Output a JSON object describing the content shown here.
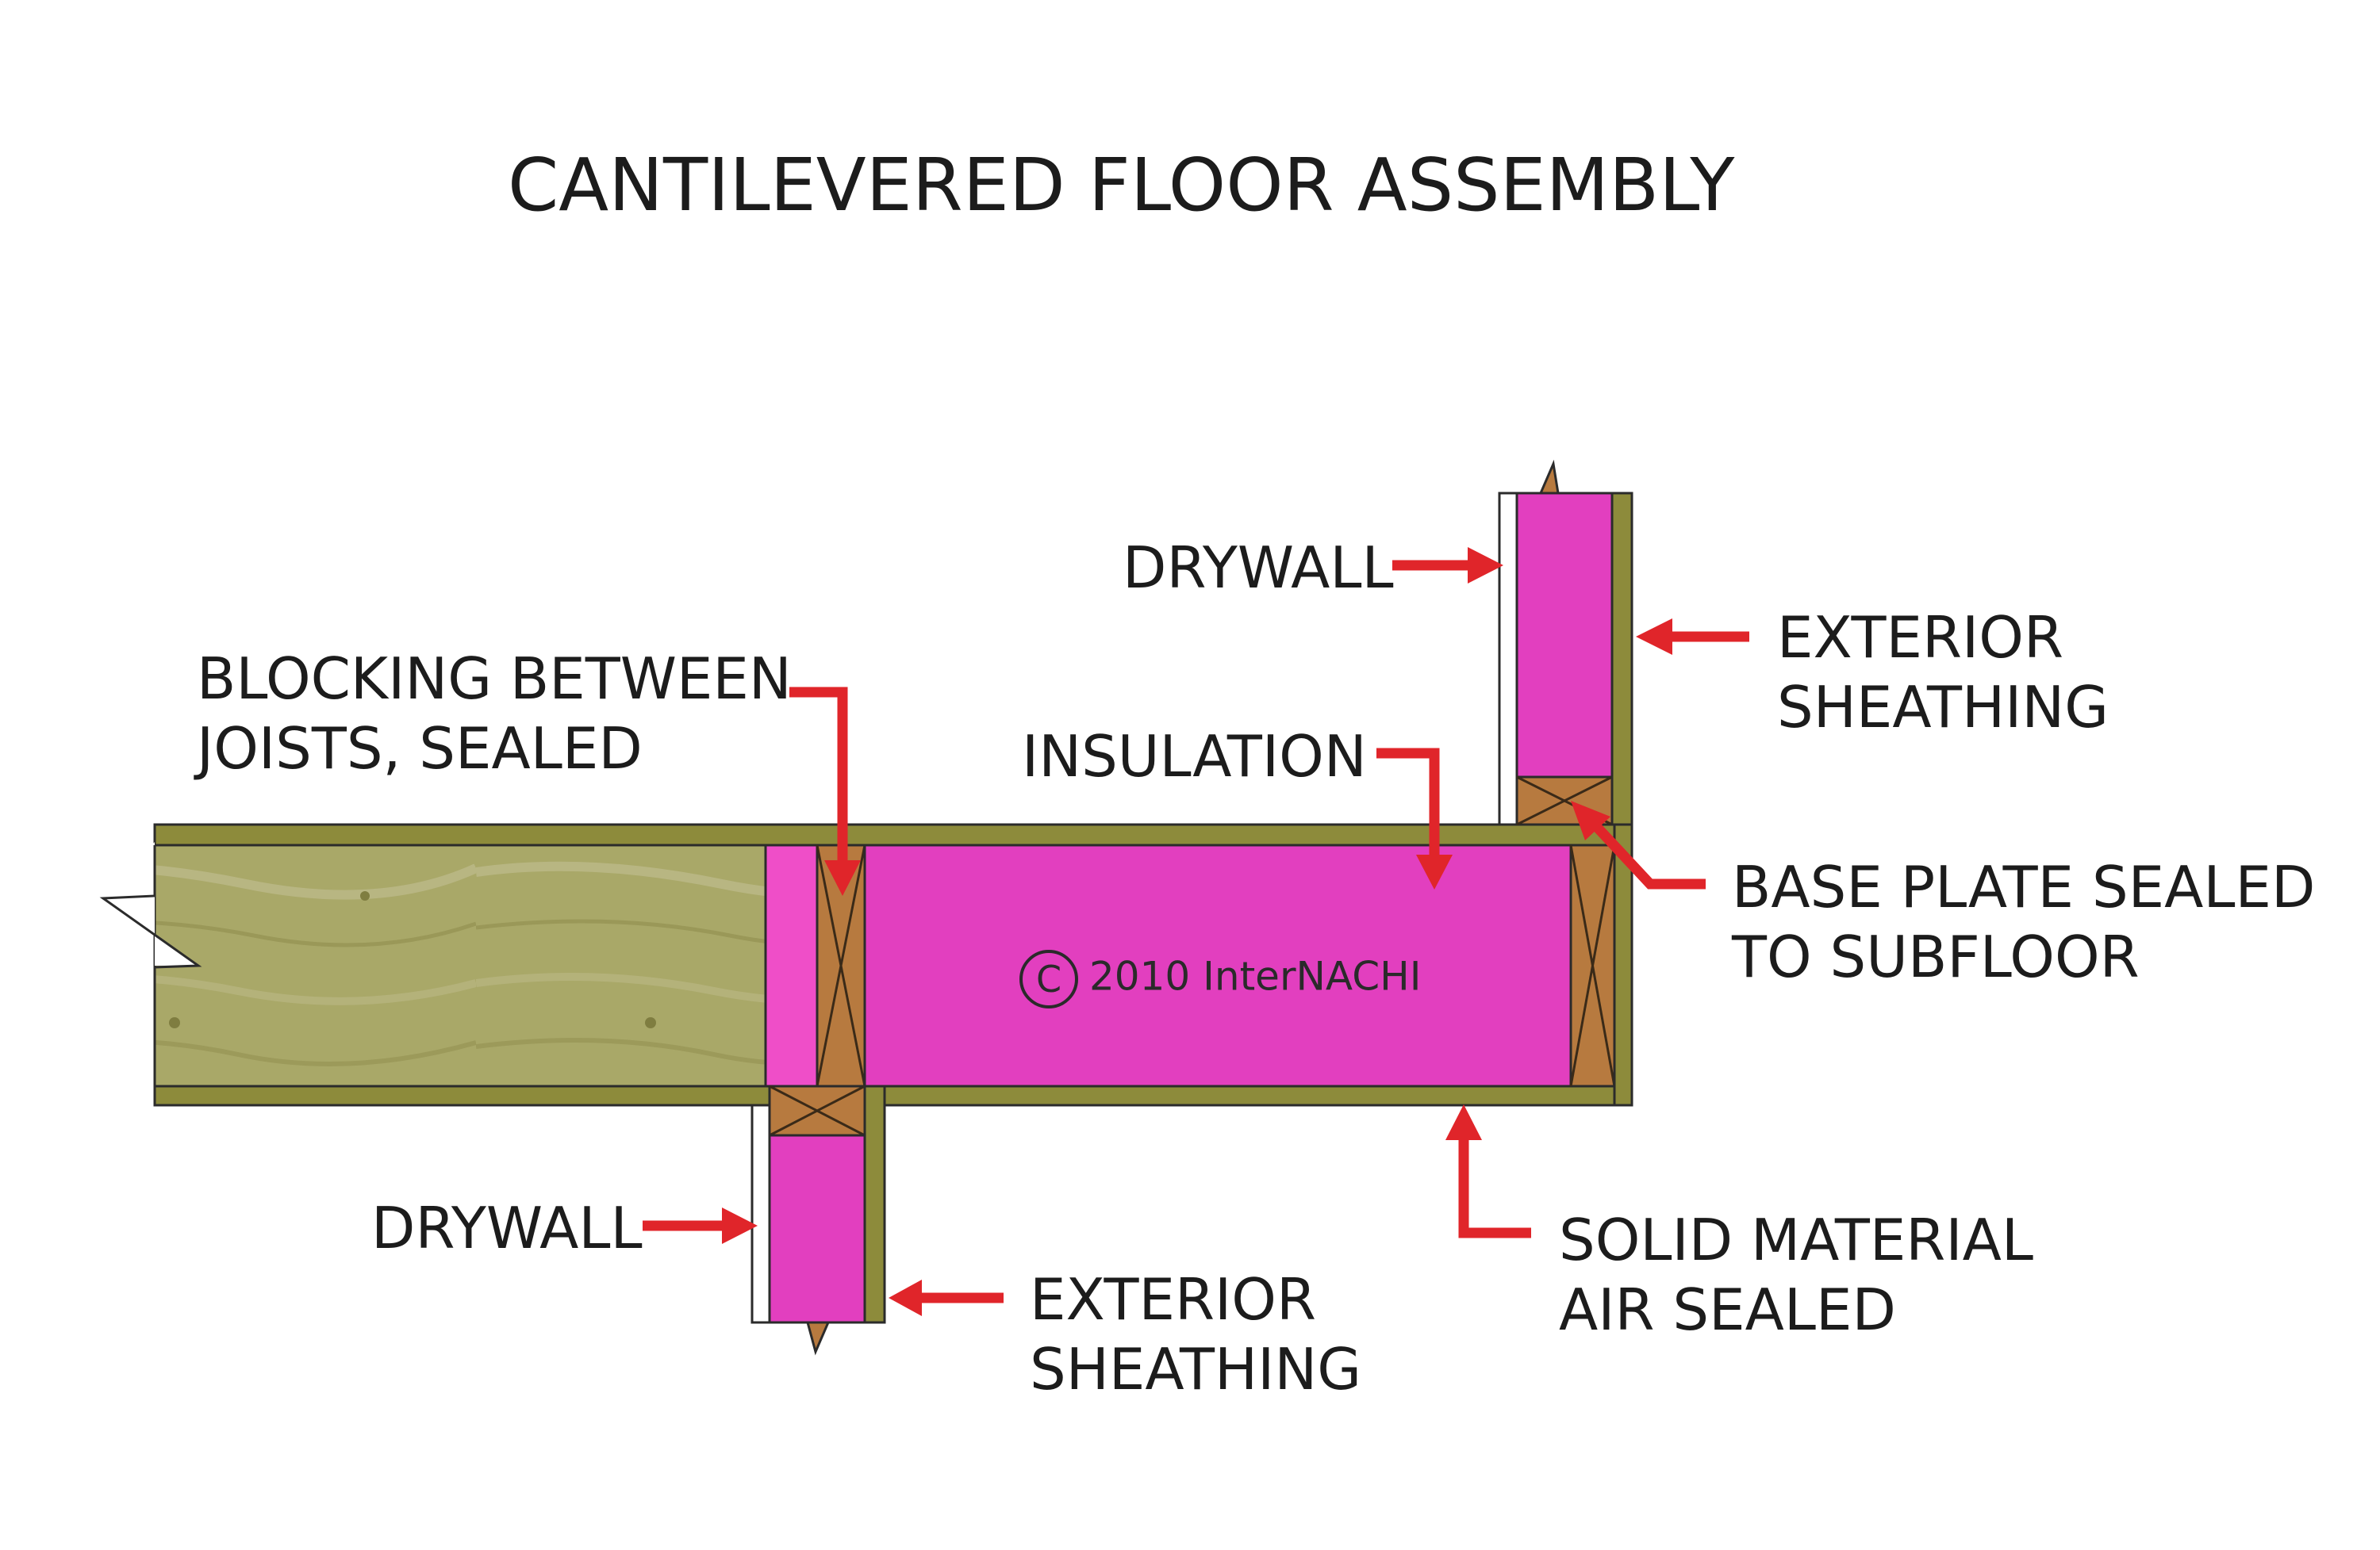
{
  "title": "CANTILEVERED FLOOR ASSEMBLY",
  "labels": {
    "drywall_upper": "DRYWALL",
    "exterior_sheathing_upper": [
      "EXTERIOR",
      "SHEATHING"
    ],
    "blocking": [
      "BLOCKING BETWEEN",
      "JOISTS, SEALED"
    ],
    "insulation": "INSULATION",
    "base_plate": [
      "BASE PLATE SEALED",
      "TO SUBFLOOR"
    ],
    "drywall_lower": "DRYWALL",
    "exterior_sheathing_lower": [
      "EXTERIOR",
      "SHEATHING"
    ],
    "solid_material": [
      "SOLID MATERIAL",
      "AIR SEALED"
    ]
  },
  "copyright": {
    "symbol": "C",
    "text": "2010  InterNACHI"
  },
  "colors": {
    "lumber": "#8a8a3a",
    "lumber_grain": "#a3a160",
    "insulation": "#e23fbf",
    "insulation_light": "#ef4ec8",
    "framing": "#b77a3f",
    "arrow": "#e0252a",
    "drywall": "#ffffff",
    "outline": "#2b2b2b"
  }
}
